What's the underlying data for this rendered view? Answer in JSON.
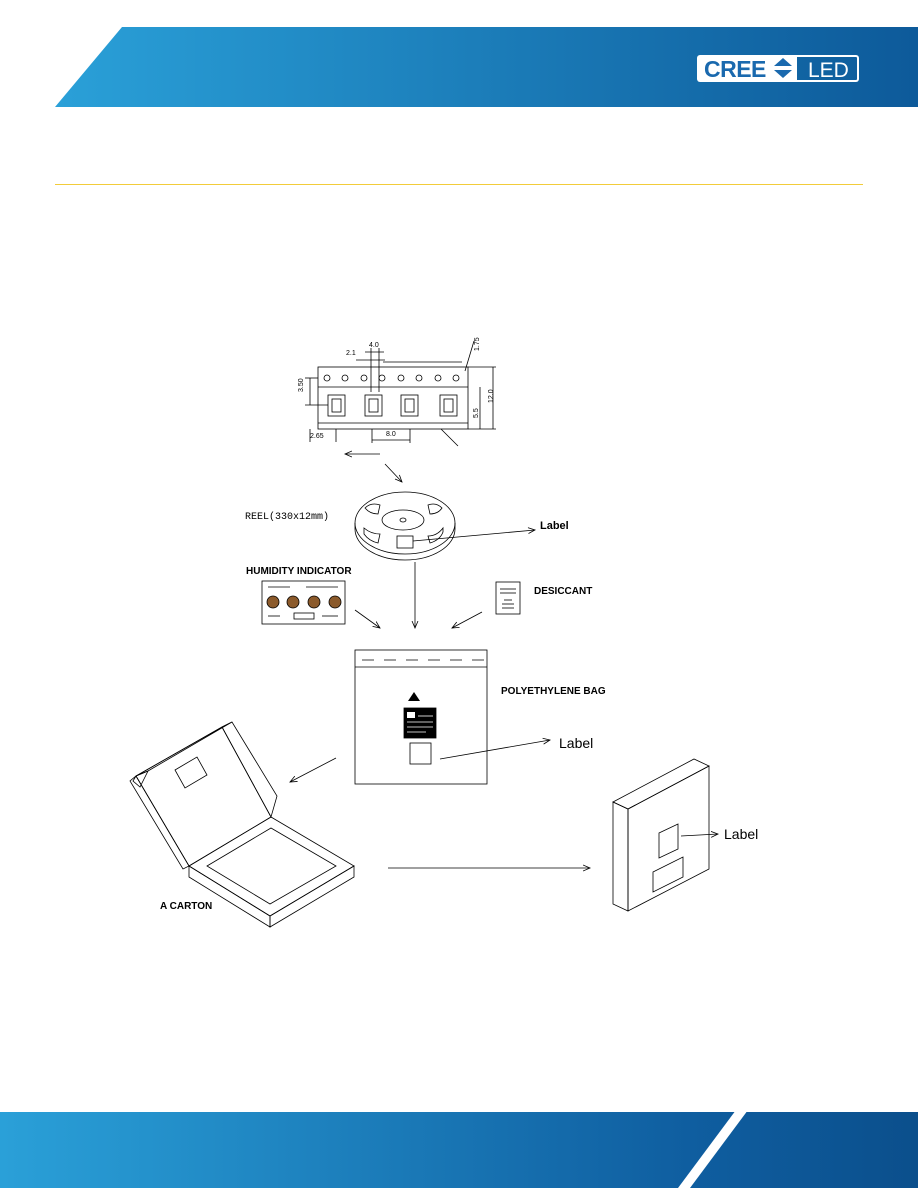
{
  "logo": {
    "brand": "CREE",
    "suffix": "LED"
  },
  "colors": {
    "header_start": "#2aa0d8",
    "header_end": "#0d5a9a",
    "rule": "#f2cc3a"
  },
  "diagram": {
    "tape_dimensions": {
      "d1": "2.1",
      "d2": "4.0",
      "d3": "1.75",
      "d4": "3.50",
      "d5": "12.0",
      "d6": "5.5",
      "d7": "2.65",
      "d8": "8.0"
    },
    "reel_label": "REEL(330x12mm)",
    "reel_tag": "Label",
    "humidity_title": "HUMIDITY  INDICATOR",
    "desiccant_label": "DESICCANT",
    "bag_label": "POLYETHYLENE BAG",
    "bag_tag": "Label",
    "carton_label": "A CARTON",
    "box_tag": "Label"
  }
}
